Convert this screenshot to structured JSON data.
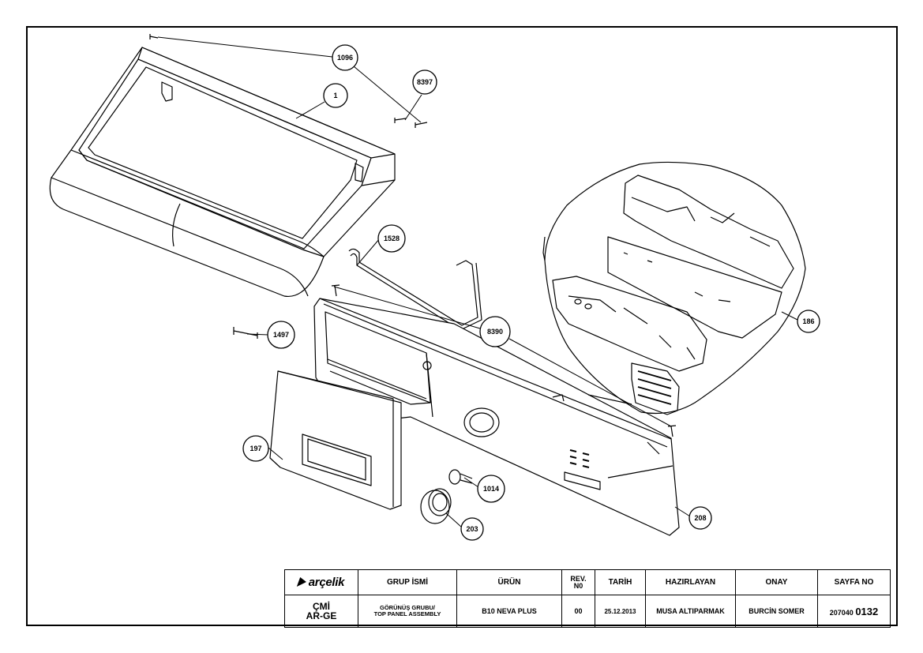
{
  "callouts": [
    {
      "id": "c1096",
      "label": "1096"
    },
    {
      "id": "c8397",
      "label": "8397"
    },
    {
      "id": "c1",
      "label": "1"
    },
    {
      "id": "c1528",
      "label": "1528"
    },
    {
      "id": "c1497",
      "label": "1497"
    },
    {
      "id": "c8390",
      "label": "8390"
    },
    {
      "id": "c186",
      "label": "186"
    },
    {
      "id": "c197",
      "label": "197"
    },
    {
      "id": "c1014",
      "label": "1014"
    },
    {
      "id": "c203",
      "label": "203"
    },
    {
      "id": "c208",
      "label": "208"
    }
  ],
  "title_block": {
    "logo": "arçelik",
    "headers": {
      "grup_ismi": "GRUP İSMİ",
      "urun": "ÜRÜN",
      "rev_line1": "REV.",
      "rev_line2": "N0",
      "tarih": "TARİH",
      "hazirlayan": "HAZIRLAYAN",
      "onay": "ONAY",
      "sayfa_no": "SAYFA NO"
    },
    "values": {
      "dept_line1": "ÇMİ",
      "dept_line2": "AR-GE",
      "grup_line1": "GÖRÜNÜŞ GRUBU/",
      "grup_line2": "TOP PANEL ASSEMBLY",
      "urun": "B10 NEVA PLUS",
      "rev": "00",
      "tarih": "25.12.2013",
      "hazirlayan": "MUSA ALTIPARMAK",
      "onay": "BURCİN SOMER",
      "sayfa_prefix": "207040",
      "sayfa_number": "0132"
    }
  }
}
